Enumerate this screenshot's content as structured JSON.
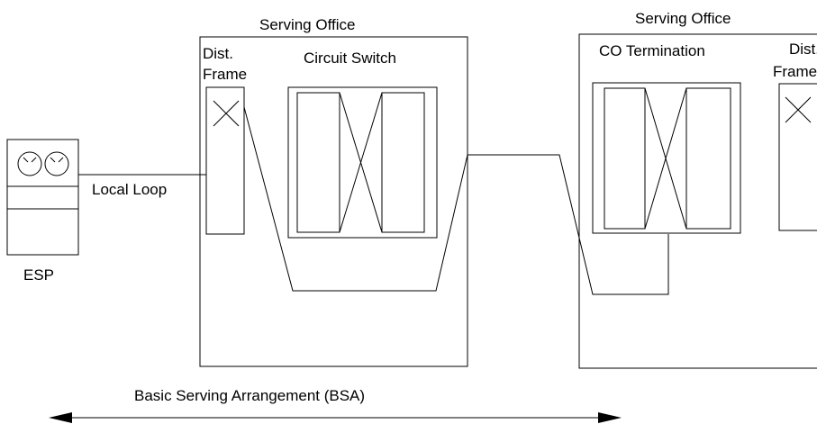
{
  "labels": {
    "serving_office_left": "Serving Office",
    "serving_office_right": "Serving Office",
    "dist_frame_left_line1": "Dist.",
    "dist_frame_left_line2": "Frame",
    "circuit_switch": "Circuit Switch",
    "co_termination": "CO Termination",
    "dist_frame_right_line1": "Dist.",
    "dist_frame_right_line2": "Frame",
    "local_loop": "Local Loop",
    "esp": "ESP",
    "bsa": "Basic Serving Arrangement (BSA)"
  },
  "icons": {
    "esp_device": "telephone-set-icon",
    "cross_connect": "x-cross-connect-icon",
    "arrow_left": "arrowhead-left-icon",
    "arrow_right": "arrowhead-right-icon"
  }
}
